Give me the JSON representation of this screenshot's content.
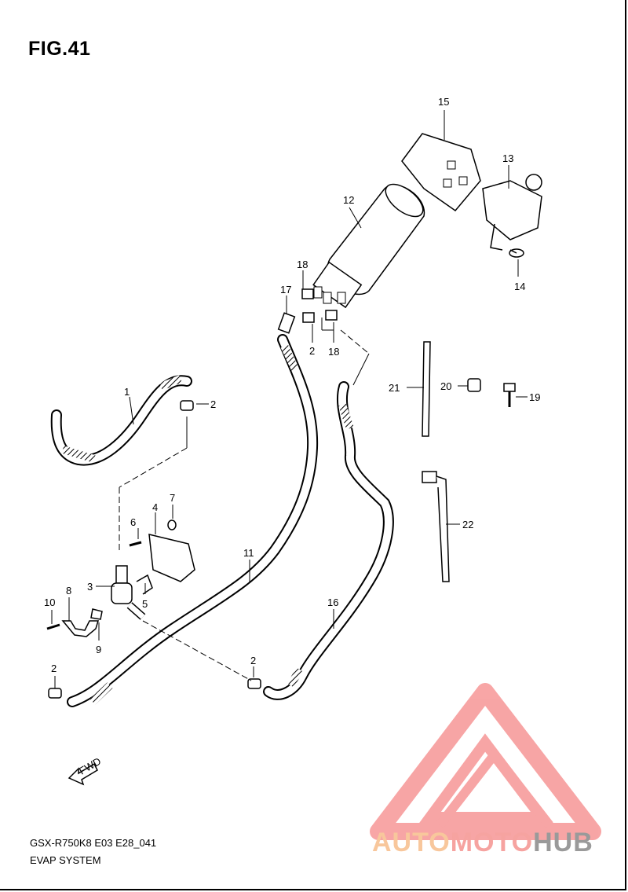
{
  "figure": {
    "title": "FIG.41"
  },
  "footer": {
    "model_code": "GSX-R750K8 E03 E28_041",
    "system_name": "EVAP SYSTEM"
  },
  "arrow": {
    "label": "FWD"
  },
  "callouts": [
    "1",
    "2",
    "2",
    "2",
    "3",
    "4",
    "5",
    "6",
    "7",
    "8",
    "9",
    "10",
    "11",
    "12",
    "13",
    "14",
    "15",
    "16",
    "17",
    "18",
    "18",
    "2",
    "19",
    "20",
    "21",
    "22"
  ],
  "watermark": {
    "part1": "AUTO",
    "part2": "MOTO",
    "part3": "HUB",
    "color_orange": "#f8c79c",
    "color_red": "#f6a3a0",
    "color_gray": "#9a9a9a"
  }
}
